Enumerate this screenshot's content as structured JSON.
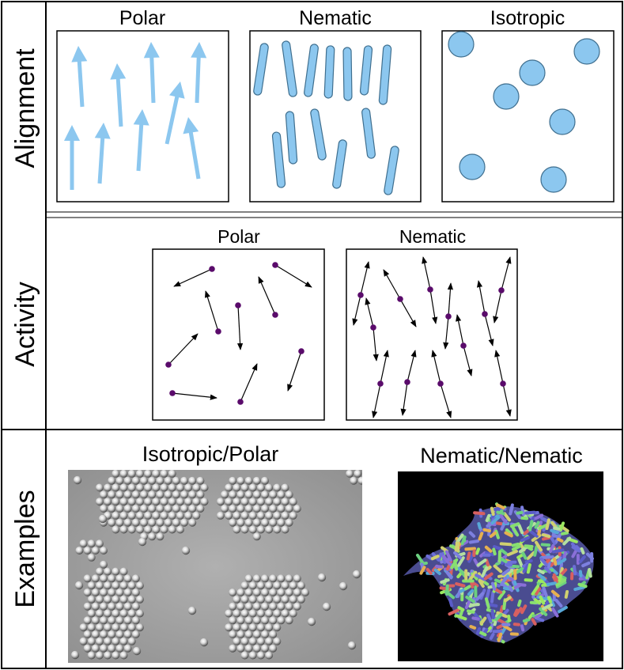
{
  "rows": {
    "alignment": {
      "label": "Alignment",
      "panels": [
        "Polar",
        "Nematic",
        "Isotropic"
      ]
    },
    "activity": {
      "label": "Activity",
      "panels": [
        "Polar",
        "Nematic"
      ]
    },
    "examples": {
      "label": "Examples",
      "panels": [
        "Isotropic/Polar",
        "Nematic/Nematic"
      ]
    }
  },
  "colors": {
    "alignment_fill": "#8cc7ef",
    "alignment_stroke": "#3f6f8f",
    "particle": "#5a0b6b",
    "arrow": "#000000",
    "micrograph_bg": "#a3a3a3",
    "bacteria_bg": "#000000"
  }
}
